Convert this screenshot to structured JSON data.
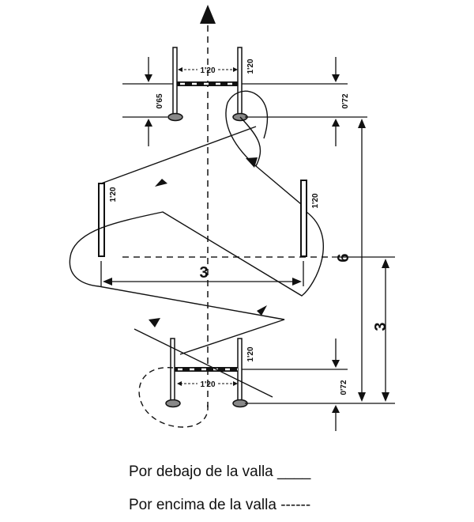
{
  "dimensions": {
    "pole_height": "1'20",
    "top_gap": "0'65",
    "top_offset": "0'72",
    "bottom_offset": "0'72",
    "top_bar_width": "1'20",
    "bottom_bar_width": "1'20",
    "horizontal_distance": "3",
    "total_length": "6",
    "half_length": "3"
  },
  "legend": {
    "under": "Por debajo de la valla ____",
    "over": "Por encima de la valla ------"
  }
}
